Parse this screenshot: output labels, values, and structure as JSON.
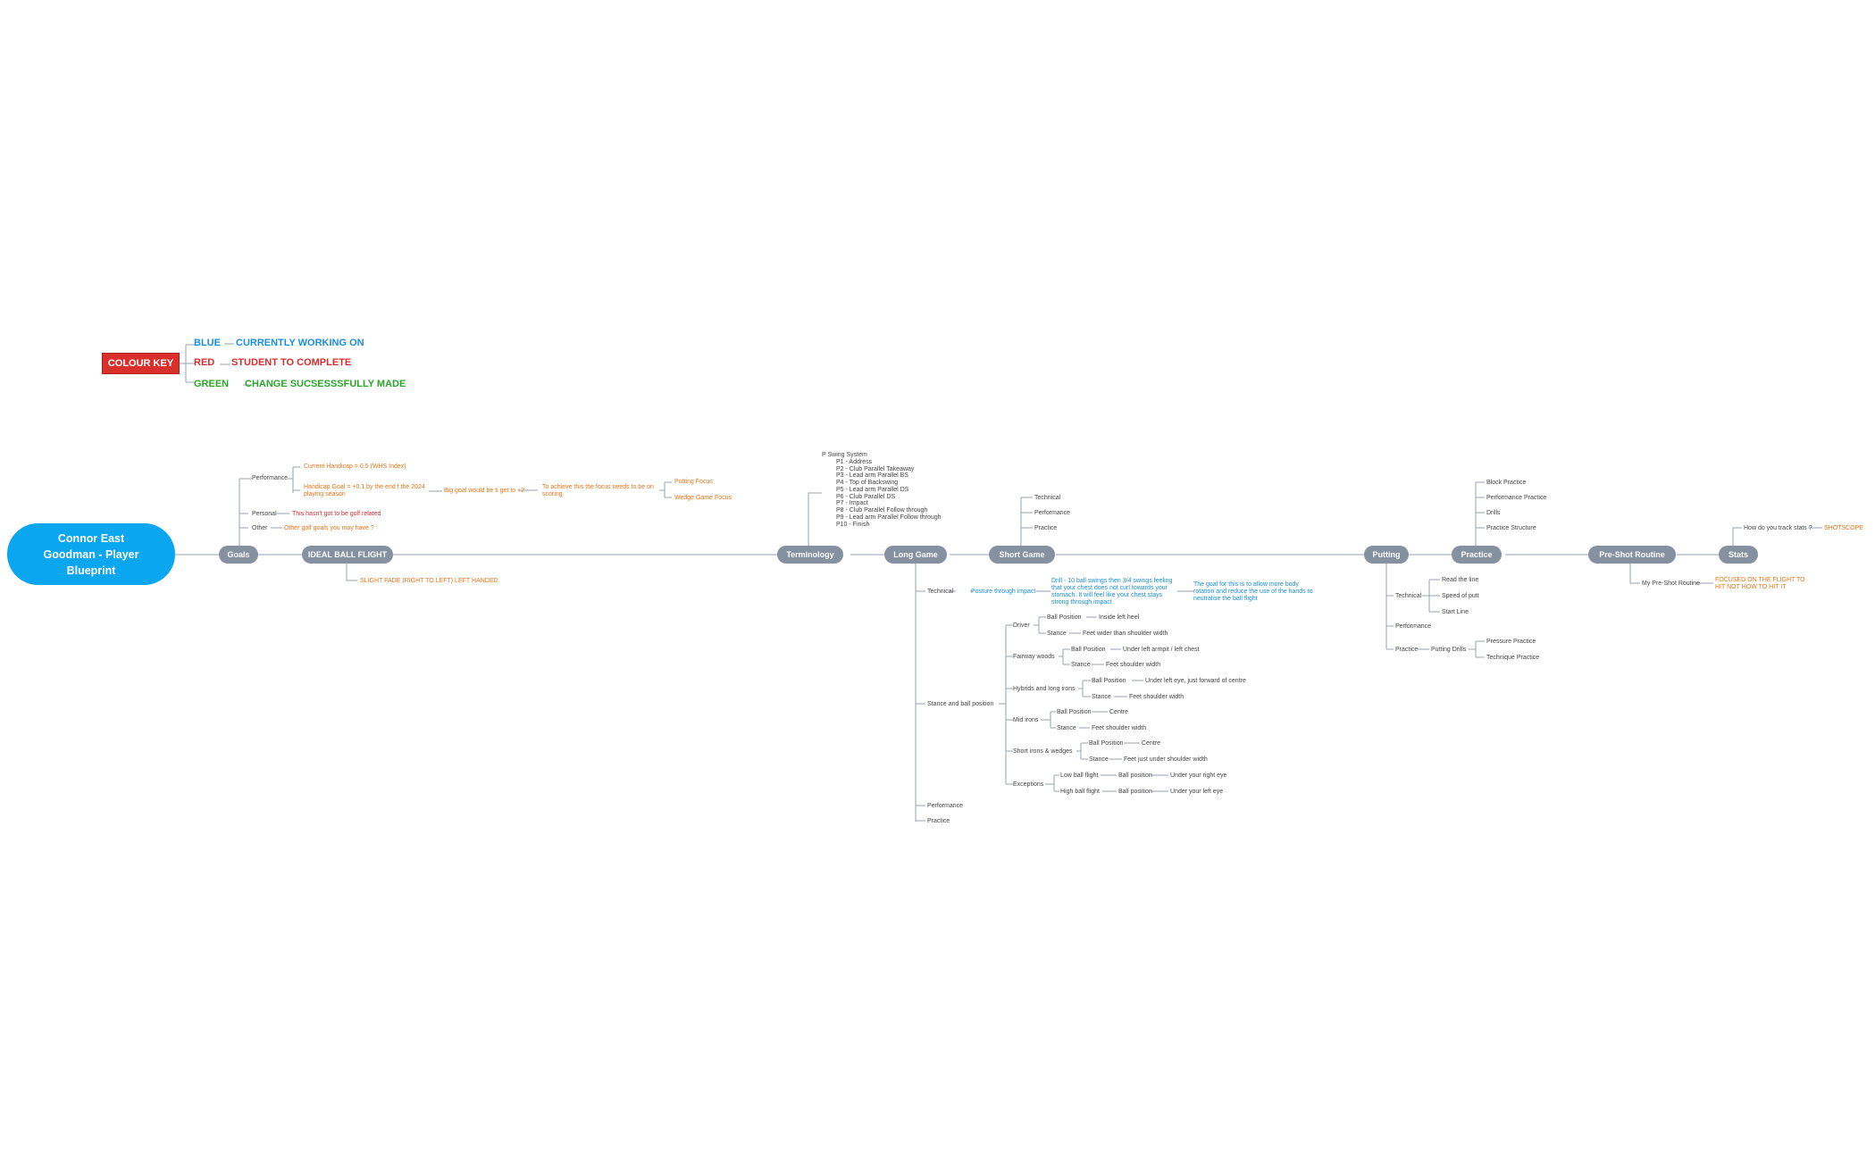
{
  "colours": {
    "blue": "#1a8ed8",
    "red": "#d62e2e",
    "green": "#2aa52a",
    "orange": "#e8741a",
    "root": "#0aa6ef",
    "pill": "#8590a0",
    "key_box": "#d9302c"
  },
  "colour_key": {
    "title": "COLOUR KEY",
    "items": [
      {
        "label": "BLUE",
        "meaning": "CURRENTLY WORKING ON"
      },
      {
        "label": "RED",
        "meaning": "STUDENT TO COMPLETE"
      },
      {
        "label": "GREEN",
        "meaning": "CHANGE SUCSESSSFULLY MADE"
      }
    ]
  },
  "root": {
    "line1": "Connor East",
    "line2": "Goodman - Player",
    "line3": "Blueprint"
  },
  "main_topics": [
    "Goals",
    "IDEAL BALL FLIGHT",
    "Terminology",
    "Long Game",
    "Short Game",
    "Putting",
    "Practice",
    "Pre-Shot Routine",
    "Stats"
  ],
  "goals": {
    "performance": "Performance",
    "current_handicap": "Current Handicap = 0.5 (WHS Index)",
    "handicap_goal": "Handicap Goal = +0.1 by the end f the 2024 playing season",
    "big_goal": "Big goal would be ti get to +2",
    "focus": "To achieve this the focus needs to be on scoring",
    "putting_focus": "Putting Focus",
    "wedge_focus": "Wedge Game Focus",
    "personal": "Personal",
    "personal_note": "This hasn't got to be golf related",
    "other": "Other",
    "other_note": "Other golf goals you may have ?"
  },
  "ideal_ball_flight": {
    "note": "SLIGHT FADE (RIGHT TO LEFT) LEFT HANDED"
  },
  "terminology": {
    "title": "P Swing System",
    "positions": [
      "P1 - Address",
      "P2 - Club Parallel Takeaway",
      "P3 - Lead arm Parallel BS",
      "P4 - Top of Backswing",
      "P5 - Lead arm Parallel DS",
      "P6 - Club Parallel DS",
      "P7 - Impact",
      "P8 - Club Parallel Follow through",
      "P9 - Lead arm Parallel Follow through",
      "P10 - Finish"
    ]
  },
  "long_game": {
    "technical": "Technical",
    "posture": "Posture through impact",
    "drill": "Drill - 10 ball swings then 3/4 swings feeling that your chest does not curl towards your stomach. It will feel like your chest stays strong through impact",
    "goal_note": "The goal for this is to allow more body rotation and reduce the use of the hands to neutralise the ball flight",
    "stance_ball": "Stance and ball position",
    "clubs": [
      {
        "name": "Driver",
        "rows": [
          {
            "k": "Ball Position",
            "v": "Inside left heel"
          },
          {
            "k": "Stance",
            "v": "Feet wider than shoulder width"
          }
        ]
      },
      {
        "name": "Fairway woods",
        "rows": [
          {
            "k": "Ball Position",
            "v": "Under left armpit / left chest"
          },
          {
            "k": "Stance",
            "v": "Feet shoulder width"
          }
        ]
      },
      {
        "name": "Hybrids and long irons",
        "rows": [
          {
            "k": "Ball Position",
            "v": "Under left eye, just forward of centre"
          },
          {
            "k": "Stance",
            "v": "Feet shoulder width"
          }
        ]
      },
      {
        "name": "Mid irons",
        "rows": [
          {
            "k": "Ball Position",
            "v": "Centre"
          },
          {
            "k": "Stance",
            "v": "Feet shoulder width"
          }
        ]
      },
      {
        "name": "Short irons & wedges",
        "rows": [
          {
            "k": "Ball Position",
            "v": "Centre"
          },
          {
            "k": "Stance",
            "v": "Feet just under shoulder width"
          }
        ]
      }
    ],
    "exceptions": {
      "name": "Exceptions",
      "rows": [
        {
          "flight": "Low ball flight",
          "k": "Ball position",
          "v": "Under your right eye"
        },
        {
          "flight": "High ball flight",
          "k": "Ball position",
          "v": "Under your left eye"
        }
      ]
    },
    "performance": "Performance",
    "practice": "Practice"
  },
  "short_game": {
    "items": [
      "Technical",
      "Performance",
      "Practice"
    ]
  },
  "putting": {
    "technical": "Technical",
    "technical_items": [
      "Read the line",
      "Speed of putt",
      "Start Line"
    ],
    "performance": "Performance",
    "practice": "Practice",
    "drills": "Putting Drills",
    "drill_items": [
      "Pressure Practice",
      "Technique Practice"
    ]
  },
  "practice": {
    "items": [
      "Block Practice",
      "Performance Practice",
      "Drills",
      "Practice Structure"
    ]
  },
  "pre_shot": {
    "label": "My Pre-Shot Routine",
    "note": "FOCUSED ON THE FLIGHT TO HIT NOT HOW TO HIT IT"
  },
  "stats": {
    "question": "How do you track stats ?",
    "answer": "SHOTSCOPE"
  }
}
